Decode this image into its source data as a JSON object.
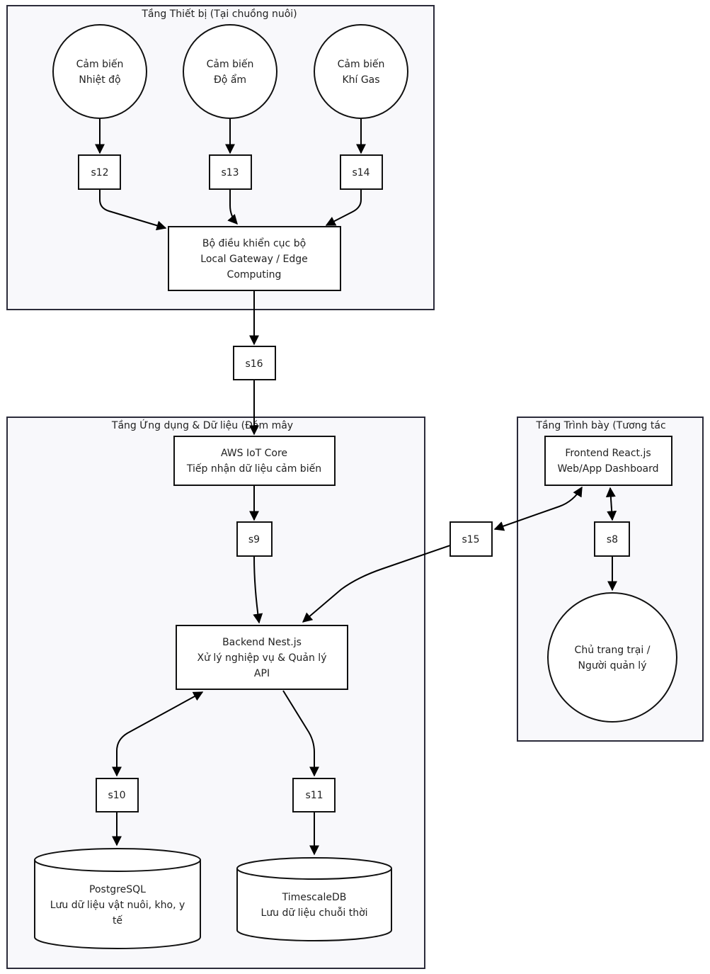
{
  "clusters": {
    "device": {
      "title": "Tầng Thiết bị (Tại chuồng nuôi)"
    },
    "cloud": {
      "title": "Tầng Ứng dụng & Dữ liệu (Đám mây"
    },
    "presentation": {
      "title": "Tầng Trình bày (Tương tác"
    }
  },
  "nodes": {
    "temp_sensor": {
      "line1": "Cảm biến",
      "line2": "Nhiệt độ"
    },
    "humidity_sensor": {
      "line1": "Cảm biến",
      "line2": "Độ ẩm"
    },
    "gas_sensor": {
      "line1": "Cảm biến",
      "line2": "Khí Gas"
    },
    "gateway": {
      "line1": "Bộ điều khiển cục bộ",
      "line2": "Local Gateway / Edge",
      "line3": "Computing"
    },
    "aws_iot": {
      "line1": "AWS IoT Core",
      "line2": "Tiếp nhận dữ liệu cảm biến"
    },
    "backend": {
      "line1": "Backend Nest.js",
      "line2": "Xử lý nghiệp vụ & Quản lý",
      "line3": "API"
    },
    "postgres": {
      "line1": "PostgreSQL",
      "line2": "Lưu dữ liệu vật nuôi, kho, y",
      "line3": "tế"
    },
    "timescale": {
      "line1": "TimescaleDB",
      "line2": "Lưu dữ liệu chuỗi thời"
    },
    "frontend": {
      "line1": "Frontend React.js",
      "line2": "Web/App Dashboard"
    },
    "farm_owner": {
      "line1": "Chủ trang trại /",
      "line2": "Người quản lý"
    }
  },
  "edge_labels": {
    "s8": "s8",
    "s9": "s9",
    "s10": "s10",
    "s11": "s11",
    "s12": "s12",
    "s13": "s13",
    "s14": "s14",
    "s15": "s15",
    "s16": "s16"
  }
}
